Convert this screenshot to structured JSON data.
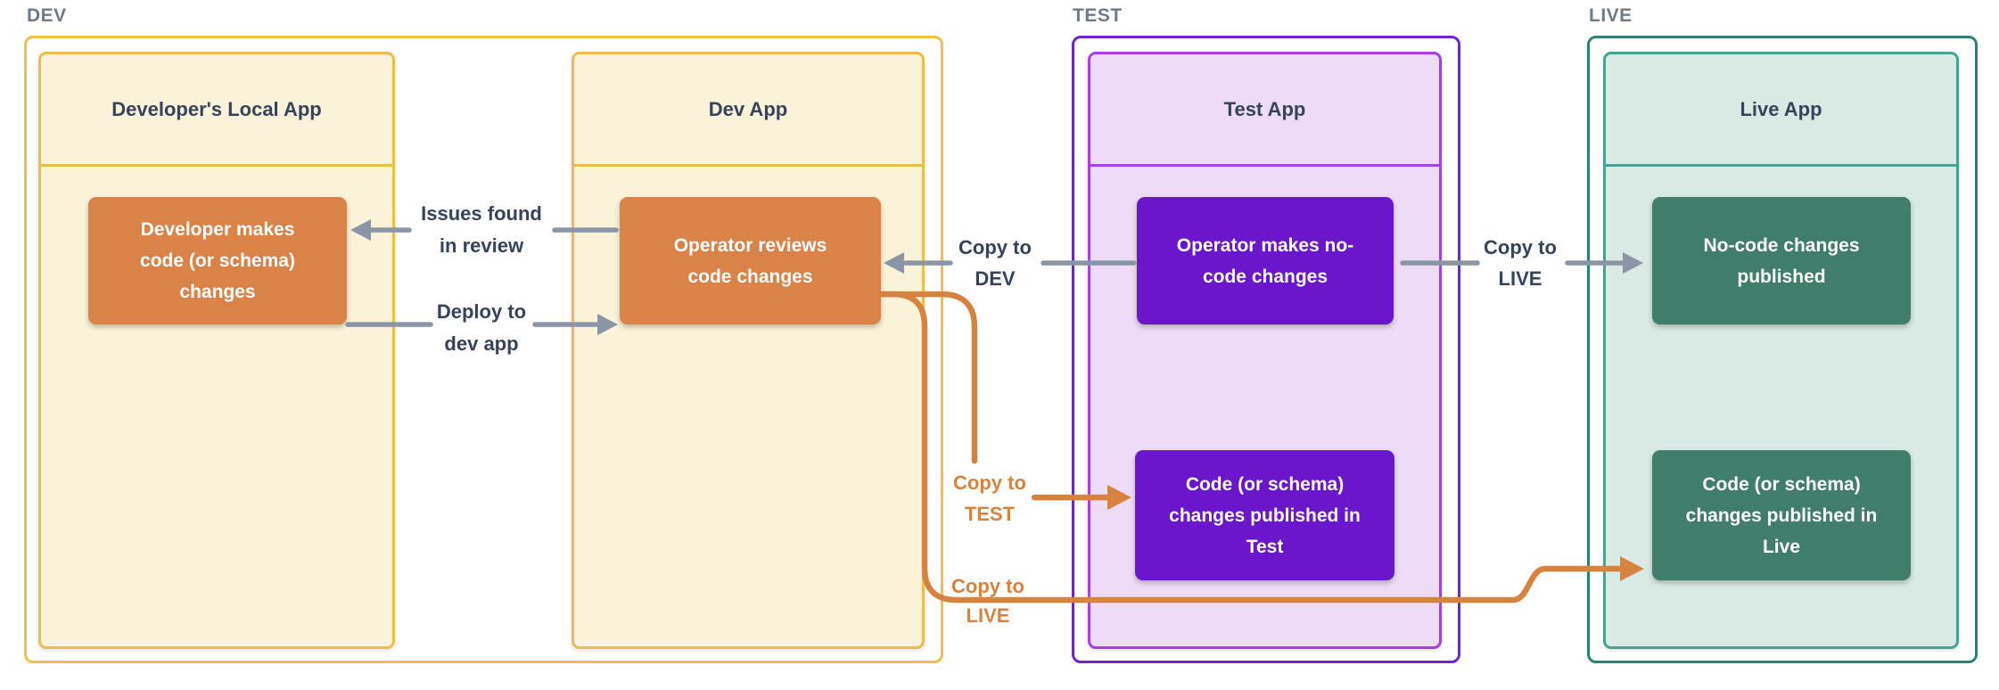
{
  "colors": {
    "dev_border": "#EEC243",
    "dev_inner_border": "#E9BE4D",
    "dev_fill": "#FAF3D9",
    "dev_action": "#DA8349",
    "test_border": "#7223CE",
    "test_inner_border": "#A83FE0",
    "test_fill": "#EDDBF7",
    "test_action": "#6A16CB",
    "live_border": "#2E8076",
    "live_inner_border": "#49A093",
    "live_fill": "#D9EAE5",
    "live_action": "#407D6A",
    "arrow_gray": "#8A95A5",
    "arrow_orange": "#D6833F",
    "label_gray": "#6E7A87",
    "text_dark": "#36435A",
    "text_white": "#FFFFFF"
  },
  "sections": {
    "dev": {
      "label": "DEV"
    },
    "test": {
      "label": "TEST"
    },
    "live": {
      "label": "LIVE"
    }
  },
  "apps": {
    "local": {
      "title": "Developer's Local App",
      "action": "Developer makes code (or schema) changes"
    },
    "dev": {
      "title": "Dev App",
      "action": "Operator reviews code changes"
    },
    "test": {
      "title": "Test App",
      "action": "Operator makes no-code changes",
      "action2": "Code (or schema) changes published in Test"
    },
    "live": {
      "title": "Live App",
      "action": "No-code changes published",
      "action2": "Code (or schema) changes published in Live"
    }
  },
  "connectors": {
    "issues": {
      "line1": "Issues found",
      "line2": "in review"
    },
    "deploy": {
      "line1": "Deploy to",
      "line2": "dev app"
    },
    "copy_dev": {
      "line1": "Copy to",
      "line2": "DEV"
    },
    "copy_live": {
      "line1": "Copy to",
      "line2": "LIVE"
    },
    "copy_test": {
      "line1": "Copy to",
      "line2": "TEST"
    },
    "copy_live_orange": {
      "line1": "Copy to",
      "line2": "LIVE"
    }
  }
}
